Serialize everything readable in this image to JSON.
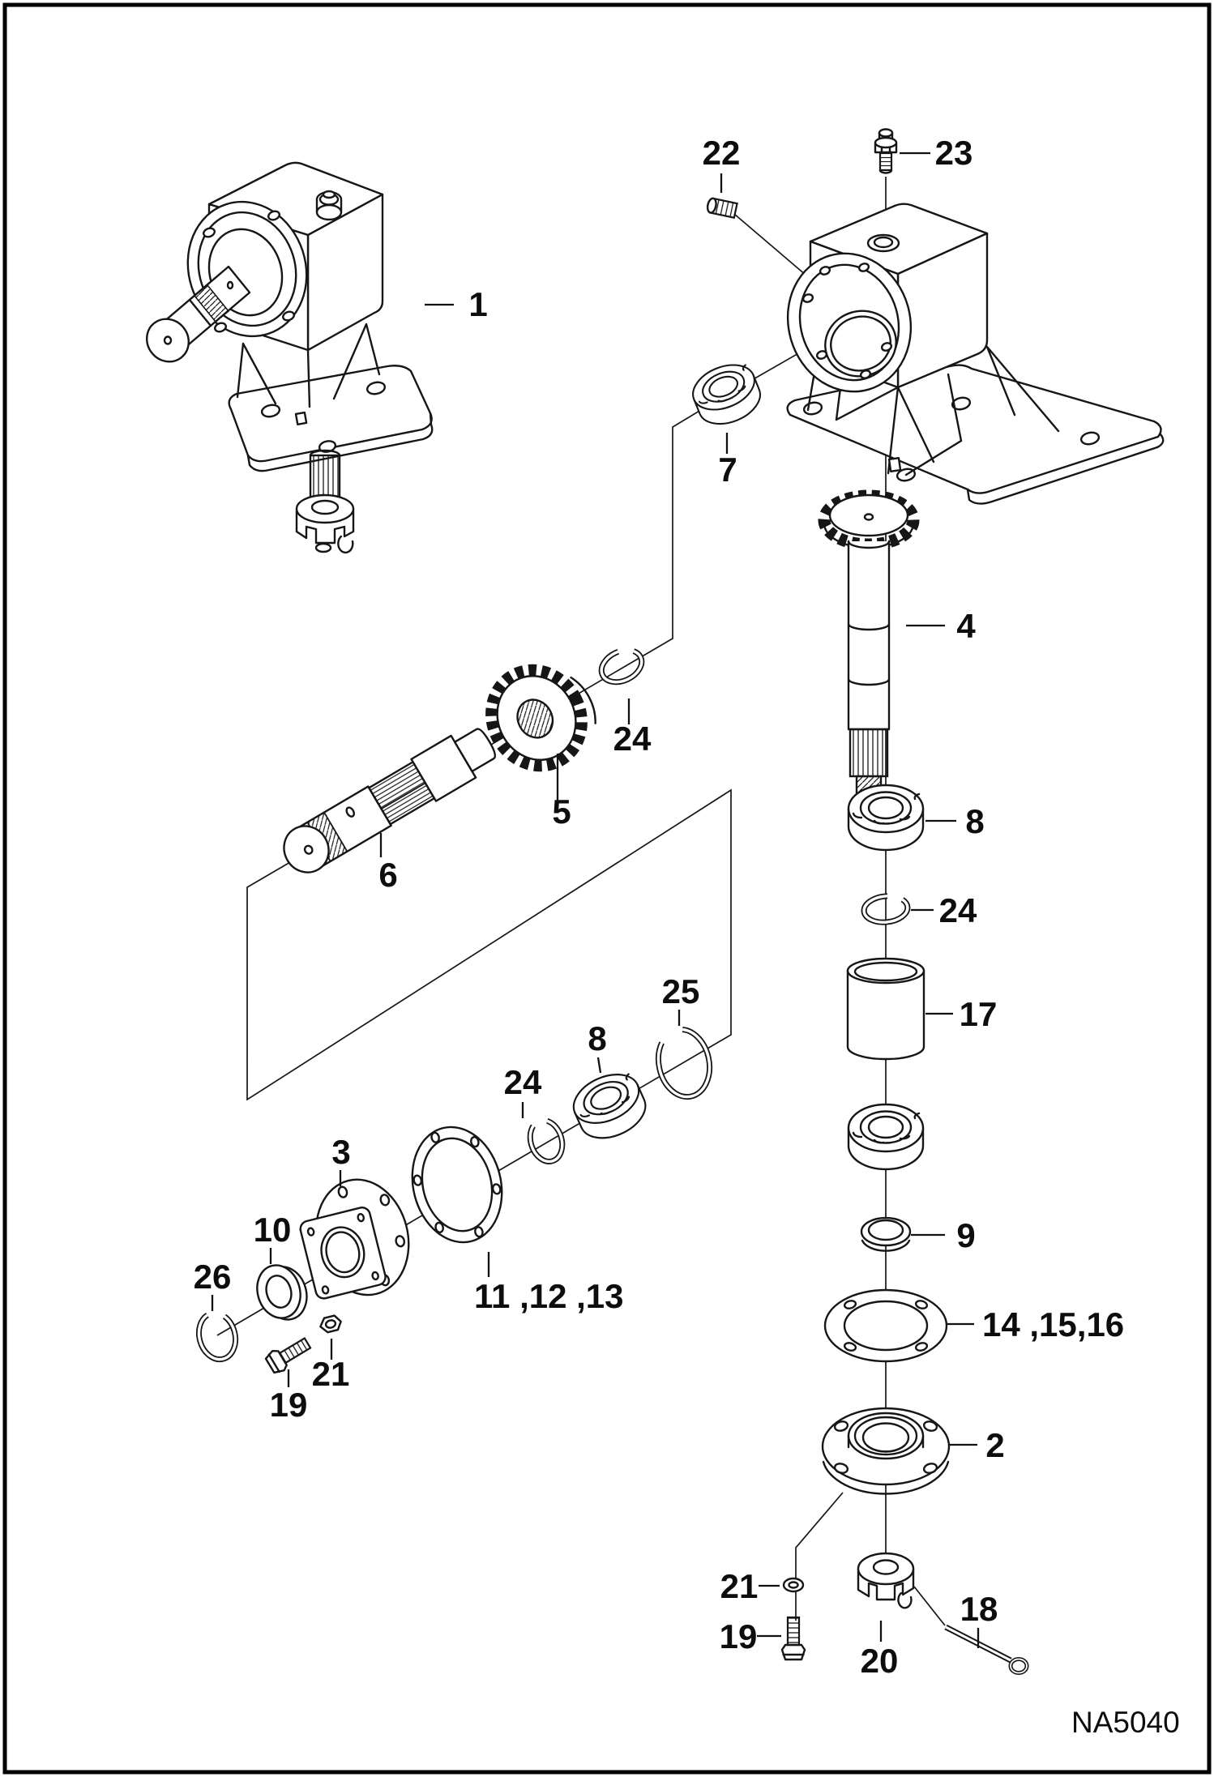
{
  "diagram": {
    "code": "NA5040",
    "labels": {
      "p1": "1",
      "p2": "2",
      "p3": "3",
      "p4": "4",
      "p5": "5",
      "p6": "6",
      "p7": "7",
      "p8_right": "8",
      "p8_left": "8",
      "p9": "9",
      "p10": "10",
      "p11_12_13": "11 ,12 ,13",
      "p14_15_16": "14 ,15,16",
      "p17": "17",
      "p18": "18",
      "p19_left": "19",
      "p19_bottom": "19",
      "p20": "20",
      "p21_left": "21",
      "p21_bottom": "21",
      "p22": "22",
      "p23": "23",
      "p24_middle": "24",
      "p24_right": "24",
      "p24_left": "24",
      "p25": "25",
      "p26": "26"
    }
  }
}
